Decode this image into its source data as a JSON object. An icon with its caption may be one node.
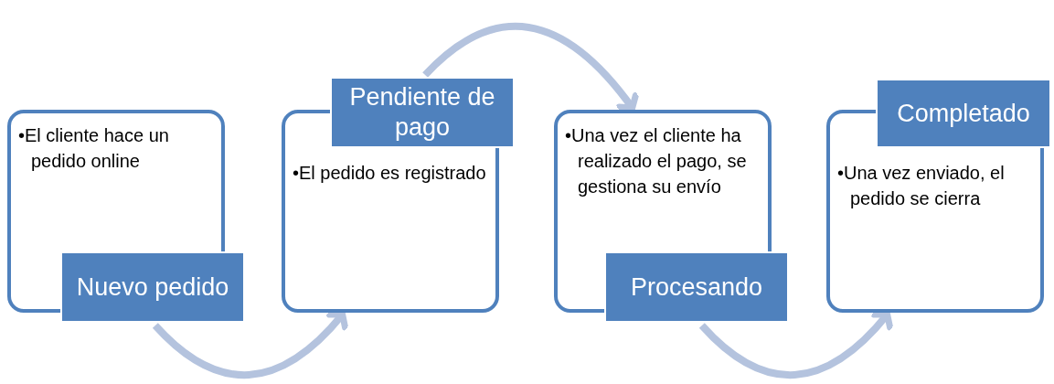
{
  "diagram": {
    "nodes": [
      {
        "text": [
          "•El cliente hace un pedido online",
          "Nuevo pedido"
        ]
      },
      {
        "text": [
          "Pendiente de pago",
          "•El pedido es registrado"
        ]
      },
      {
        "text": [
          "•Una vez el cliente ha realizado el pago, se gestiona su envío",
          "Procesando"
        ]
      },
      {
        "text": [
          "Completado",
          "•Una vez enviado, el pedido se cierra"
        ]
      }
    ],
    "edges": [
      {
        "from": 0,
        "to": 1,
        "arrow": "to"
      },
      {
        "from": 1,
        "to": 2,
        "arrow": "to"
      },
      {
        "from": 2,
        "to": 3,
        "arrow": "to"
      }
    ]
  }
}
